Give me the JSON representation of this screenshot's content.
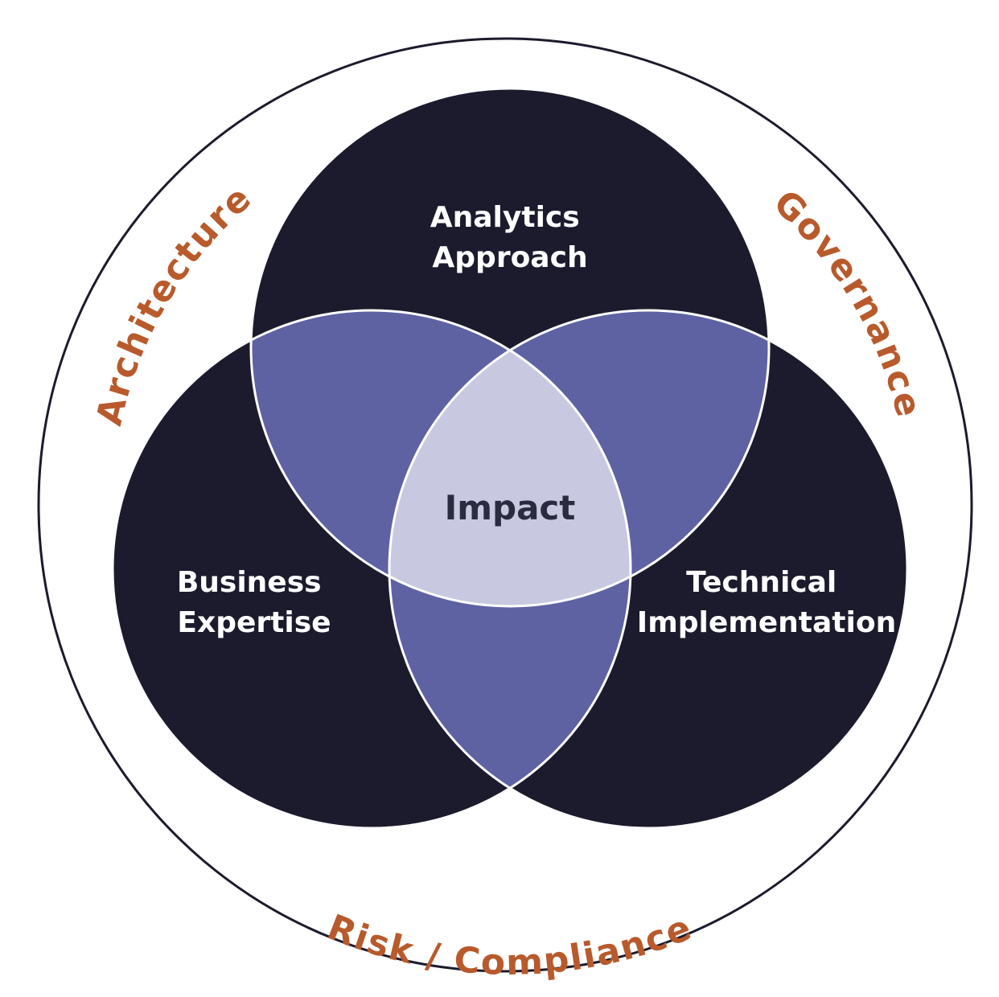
{
  "colors": {
    "circle_fill": "#1b1b2d",
    "pair_overlap_fill": "#5e62a3",
    "center_overlap_fill": "#c8c9e0",
    "center_text": "#2a2a40",
    "outline": "#ffffff",
    "ring_stroke": "#1b1b2d",
    "ring_text": "#b85a2b"
  },
  "circles": {
    "top": {
      "line1": "Analytics",
      "line2": "Approach"
    },
    "left": {
      "line1": "Business",
      "line2": "Expertise"
    },
    "right": {
      "line1": "Technical",
      "line2": "Implementation"
    }
  },
  "center": {
    "label": "Impact"
  },
  "ring": {
    "top_left": "Architecture",
    "top_right": "Governance",
    "bottom": "Risk / Compliance"
  }
}
